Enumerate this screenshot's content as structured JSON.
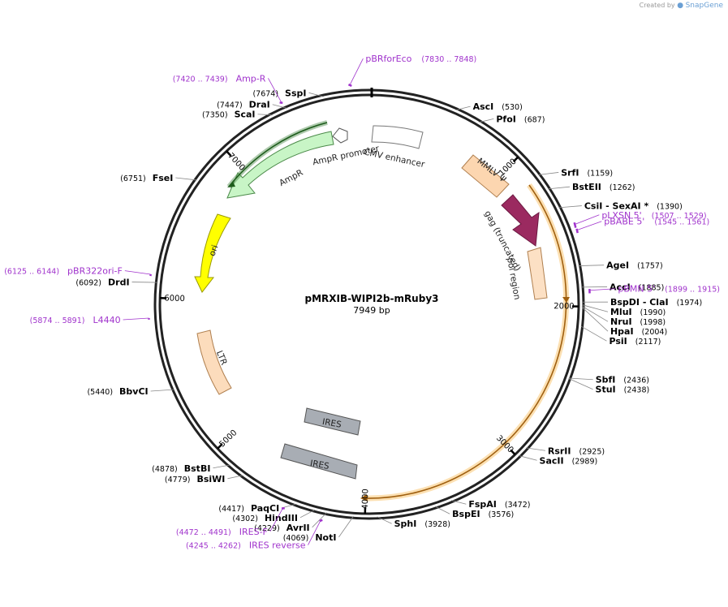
{
  "header": {
    "brand_prefix": "Created by",
    "brand_name": "SnapGene"
  },
  "plasmid": {
    "name": "pMRXIB-WIPI2b-mRuby3",
    "length_label": "7949 bp",
    "length": 7949
  },
  "ticks": [
    {
      "pos": 1000,
      "label": "1000"
    },
    {
      "pos": 2000,
      "label": "2000"
    },
    {
      "pos": 3000,
      "label": "3000"
    },
    {
      "pos": 4000,
      "label": "4000"
    },
    {
      "pos": 5000,
      "label": "5000"
    },
    {
      "pos": 6000,
      "label": "6000"
    },
    {
      "pos": 7000,
      "label": "7000"
    }
  ],
  "sites": [
    {
      "name": "SspI",
      "pos_label": "(7674)",
      "bp": 7674,
      "side": "left"
    },
    {
      "name": "DraI",
      "pos_label": "(7447)",
      "bp": 7447,
      "side": "left"
    },
    {
      "name": "ScaI",
      "pos_label": "(7350)",
      "bp": 7350,
      "side": "left"
    },
    {
      "name": "FseI",
      "pos_label": "(6751)",
      "bp": 6751,
      "side": "left"
    },
    {
      "name": "DrdI",
      "pos_label": "(6092)",
      "bp": 6092,
      "side": "left"
    },
    {
      "name": "BbvCI",
      "pos_label": "(5440)",
      "bp": 5440,
      "side": "left"
    },
    {
      "name": "BstBI",
      "pos_label": "(4878)",
      "bp": 4878,
      "side": "left"
    },
    {
      "name": "BsiWI",
      "pos_label": "(4779)",
      "bp": 4779,
      "side": "left"
    },
    {
      "name": "PaqCI",
      "pos_label": "(4417)",
      "bp": 4417,
      "side": "left"
    },
    {
      "name": "HindIII",
      "pos_label": "(4302)",
      "bp": 4302,
      "side": "left"
    },
    {
      "name": "AvrII",
      "pos_label": "(4229)",
      "bp": 4229,
      "side": "left"
    },
    {
      "name": "NotI",
      "pos_label": "(4069)",
      "bp": 4069,
      "side": "left"
    },
    {
      "name": "AscI",
      "pos_label": "(530)",
      "bp": 530,
      "side": "right"
    },
    {
      "name": "PfoI",
      "pos_label": "(687)",
      "bp": 687,
      "side": "right"
    },
    {
      "name": "SrfI",
      "pos_label": "(1159)",
      "bp": 1159,
      "side": "right"
    },
    {
      "name": "BstEII",
      "pos_label": "(1262)",
      "bp": 1262,
      "side": "right"
    },
    {
      "name": "CsiI  - SexAI *",
      "pos_label": "(1390)",
      "bp": 1390,
      "side": "right"
    },
    {
      "name": "AgeI",
      "pos_label": "(1757)",
      "bp": 1757,
      "side": "right"
    },
    {
      "name": "AccI",
      "pos_label": "(1885)",
      "bp": 1885,
      "side": "right"
    },
    {
      "name": "BspDI  - ClaI",
      "pos_label": "(1974)",
      "bp": 1974,
      "side": "right"
    },
    {
      "name": "MluI",
      "pos_label": "(1990)",
      "bp": 1990,
      "side": "right"
    },
    {
      "name": "NruI",
      "pos_label": "(1998)",
      "bp": 1998,
      "side": "right"
    },
    {
      "name": "HpaI",
      "pos_label": "(2004)",
      "bp": 2004,
      "side": "right"
    },
    {
      "name": "PsiI",
      "pos_label": "(2117)",
      "bp": 2117,
      "side": "right"
    },
    {
      "name": "SbfI",
      "pos_label": "(2436)",
      "bp": 2436,
      "side": "right"
    },
    {
      "name": "StuI",
      "pos_label": "(2438)",
      "bp": 2438,
      "side": "right"
    },
    {
      "name": "RsrII",
      "pos_label": "(2925)",
      "bp": 2925,
      "side": "right"
    },
    {
      "name": "SacII",
      "pos_label": "(2989)",
      "bp": 2989,
      "side": "right"
    },
    {
      "name": "FspAI",
      "pos_label": "(3472)",
      "bp": 3472,
      "side": "right"
    },
    {
      "name": "BspEI",
      "pos_label": "(3576)",
      "bp": 3576,
      "side": "right"
    },
    {
      "name": "SphI",
      "pos_label": "(3928)",
      "bp": 3928,
      "side": "right"
    }
  ],
  "primers": [
    {
      "name": "pBRforEco",
      "range_label": "(7830 .. 7848)",
      "start": 7830,
      "end": 7848,
      "side": "right"
    },
    {
      "name": "Amp-R",
      "range_label": "(7420 .. 7439)",
      "start": 7420,
      "end": 7439,
      "side": "left"
    },
    {
      "name": "pLXSN 5'",
      "range_label": "(1507 .. 1529)",
      "start": 1507,
      "end": 1529,
      "side": "right"
    },
    {
      "name": "pBABE 5'",
      "range_label": "(1545 .. 1561)",
      "start": 1545,
      "end": 1561,
      "side": "right"
    },
    {
      "name": "pBMN 5'",
      "range_label": "(1899 .. 1915)",
      "start": 1899,
      "end": 1915,
      "side": "right"
    },
    {
      "name": "pBR322ori-F",
      "range_label": "(6125 .. 6144)",
      "start": 6125,
      "end": 6144,
      "side": "left"
    },
    {
      "name": "L4440",
      "range_label": "(5874 .. 5891)",
      "start": 5874,
      "end": 5891,
      "side": "left"
    },
    {
      "name": "IRES-F",
      "range_label": "(4472 .. 4491)",
      "start": 4472,
      "end": 4491,
      "side": "left"
    },
    {
      "name": "IRES reverse",
      "range_label": "(4245 .. 4262)",
      "start": 4245,
      "end": 4262,
      "side": "left"
    }
  ],
  "features": [
    {
      "name": "CMV enhancer",
      "color": "#ffffff",
      "stroke": "#777777"
    },
    {
      "name": "MMLV Ψ",
      "color": "#fcd6b0",
      "stroke": "#b08050"
    },
    {
      "name": "gag (truncated)",
      "color": "#9b2a60",
      "stroke": "#6d1a42"
    },
    {
      "name": "pol region",
      "color": "#fce0c4",
      "stroke": "#b08050"
    },
    {
      "name": "AmpR promoter",
      "color": "#ffffff",
      "stroke": "#555555"
    },
    {
      "name": "AmpR",
      "color": "#c8f5c6",
      "stroke": "#4c8a4a"
    },
    {
      "name": "ori",
      "color": "#ffff00",
      "stroke": "#999900"
    },
    {
      "name": "LTR",
      "color": "#fcdcbc",
      "stroke": "#b08050"
    },
    {
      "name": "IRES",
      "color": "#a8adb4",
      "stroke": "#555555"
    },
    {
      "name": "IRES",
      "color": "#a8adb4",
      "stroke": "#555555"
    }
  ],
  "highlight_orf_color": "#f5a623"
}
